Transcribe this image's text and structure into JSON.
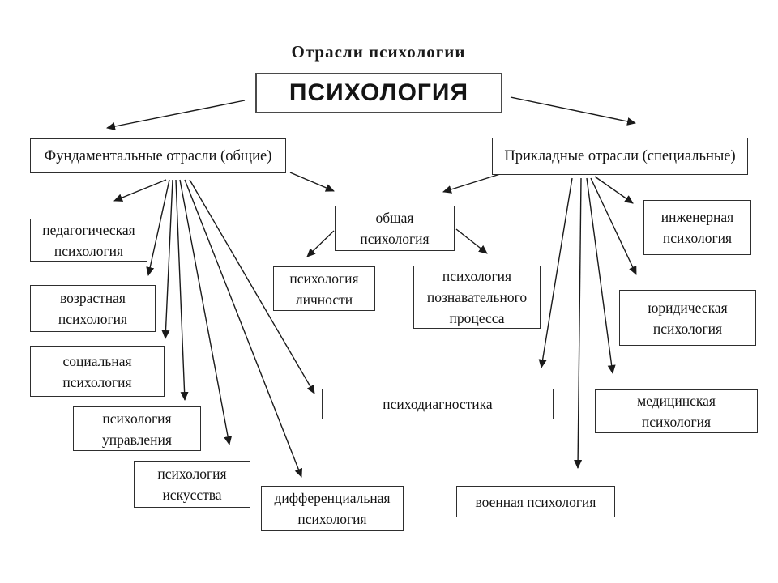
{
  "title": "Отрасли психологии",
  "nodes": {
    "psychology": {
      "label": "ПСИХОЛОГИЯ"
    },
    "fundamental": {
      "label": "Фундаментальные отрасли (общие)"
    },
    "applied": {
      "label": "Прикладные отрасли (специальные)"
    },
    "pedagogical": {
      "label": "педагогическая\nпсихология"
    },
    "age": {
      "label": "возрастная\nпсихология"
    },
    "social": {
      "label": "социальная\nпсихология"
    },
    "management": {
      "label": "психология\nуправления"
    },
    "art": {
      "label": "психология\nискусства"
    },
    "general": {
      "label": "общая\nпсихология"
    },
    "personality": {
      "label": "психология\nличности"
    },
    "cognitive": {
      "label": "психология\nпознавательного\nпроцесса"
    },
    "psychodiagnostics": {
      "label": "психодиагностика"
    },
    "differential": {
      "label": "дифференциальная\nпсихология"
    },
    "military": {
      "label": "военная психология"
    },
    "engineering": {
      "label": "инженерная\nпсихология"
    },
    "legal": {
      "label": "юридическая\nпсихология"
    },
    "medical": {
      "label": "медицинская\nпсихология"
    }
  },
  "edges": [
    {
      "from": "psychology",
      "to": "fundamental"
    },
    {
      "from": "psychology",
      "to": "applied"
    },
    {
      "from": "fundamental",
      "to": "pedagogical"
    },
    {
      "from": "fundamental",
      "to": "age"
    },
    {
      "from": "fundamental",
      "to": "social"
    },
    {
      "from": "fundamental",
      "to": "management"
    },
    {
      "from": "fundamental",
      "to": "art"
    },
    {
      "from": "fundamental",
      "to": "differential"
    },
    {
      "from": "fundamental",
      "to": "psychodiagnostics"
    },
    {
      "from": "fundamental",
      "to": "general"
    },
    {
      "from": "applied",
      "to": "general"
    },
    {
      "from": "applied",
      "to": "psychodiagnostics"
    },
    {
      "from": "applied",
      "to": "military"
    },
    {
      "from": "applied",
      "to": "medical"
    },
    {
      "from": "applied",
      "to": "legal"
    },
    {
      "from": "applied",
      "to": "engineering"
    },
    {
      "from": "general",
      "to": "personality"
    },
    {
      "from": "general",
      "to": "cognitive"
    }
  ],
  "colors": {
    "background": "#ffffff",
    "box_border": "#2e2e2e",
    "text": "#141414",
    "arrow": "#1a1a1a"
  }
}
